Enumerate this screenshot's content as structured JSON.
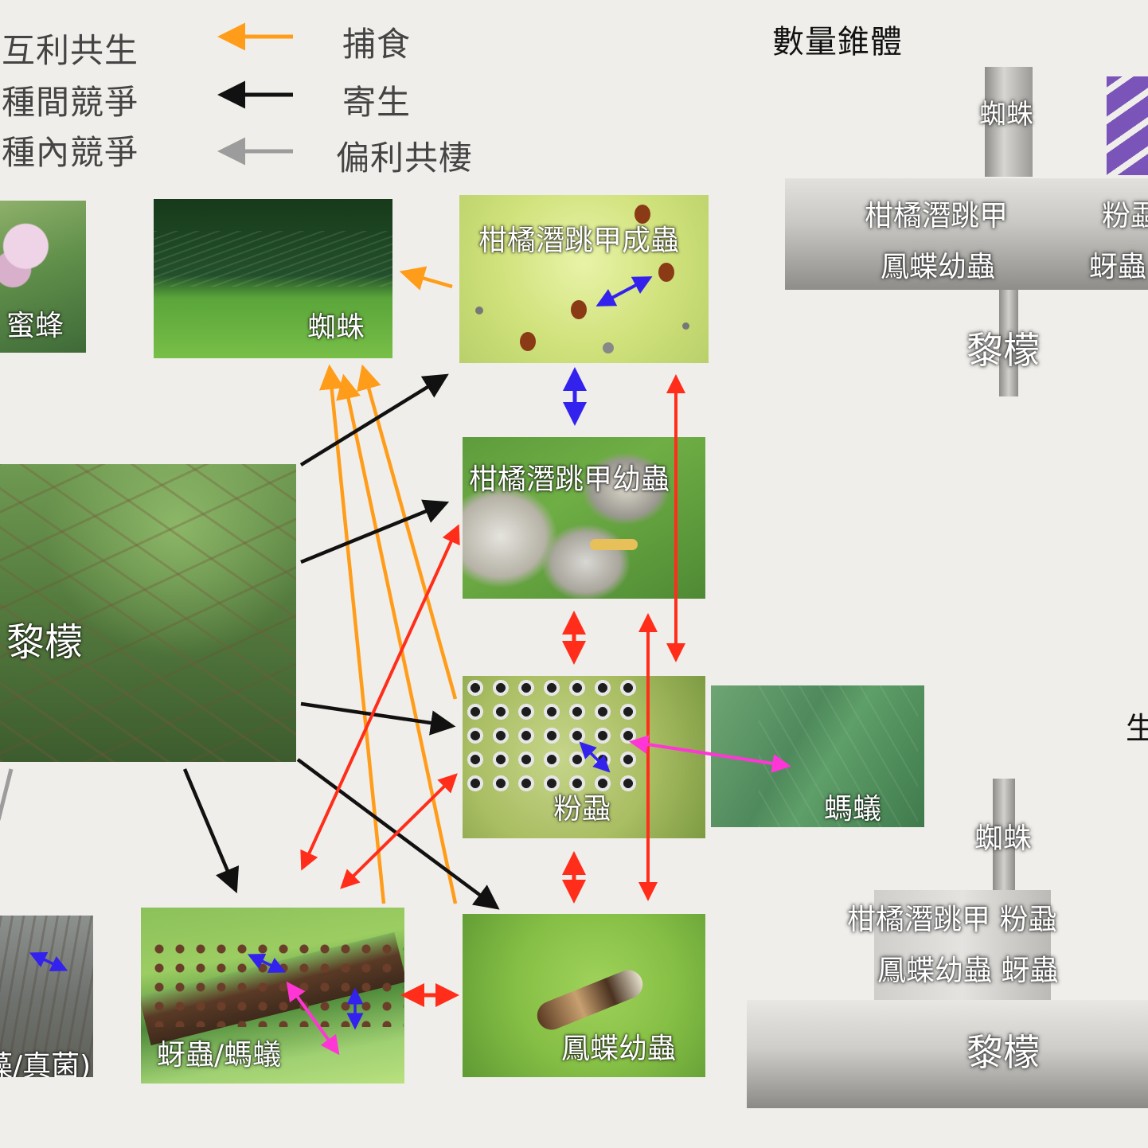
{
  "legend": {
    "mutualism": "互利共生",
    "interspecific": "種間競爭",
    "intraspecific": "種內競爭",
    "predation": "捕食",
    "parasitism": "寄生",
    "commensalism": "偏利共棲"
  },
  "colors": {
    "predation": "#ff9d1a",
    "parasitism": "#111111",
    "commensalism": "#9c9c9c",
    "interspecific": "#ff2d1a",
    "intraspecific": "#3322ee",
    "mutualism": "#ff35d6",
    "pyramid_accent": "#7a54b8"
  },
  "photos": {
    "bee": "蜜蜂",
    "spider": "蜘蛛",
    "beetle_adult": "柑橘潛跳甲成蟲",
    "beetle_larva": "柑橘潛跳甲幼蟲",
    "lemon": "黎檬",
    "scale": "粉蝨",
    "ant": "螞蟻",
    "aphid_ant": "蚜蟲/螞蟻",
    "swallowtail": "鳳蝶幼蟲",
    "fungus": "藻/真菌)"
  },
  "pyramid": {
    "title": "數量錐體",
    "top": {
      "spider": "蜘蛛",
      "beetle": "柑橘潛跳甲",
      "scale_cut": "粉蝨",
      "swallowtail": "鳳蝶幼蟲",
      "aphid_cut": "蚜蟲",
      "lemon": "黎檬"
    },
    "bottom": {
      "spider": "蜘蛛",
      "row1": "柑橘潛跳甲 粉蝨",
      "row2": "鳳蝶幼蟲 蚜蟲",
      "lemon": "黎檬"
    },
    "side_char": "生"
  }
}
